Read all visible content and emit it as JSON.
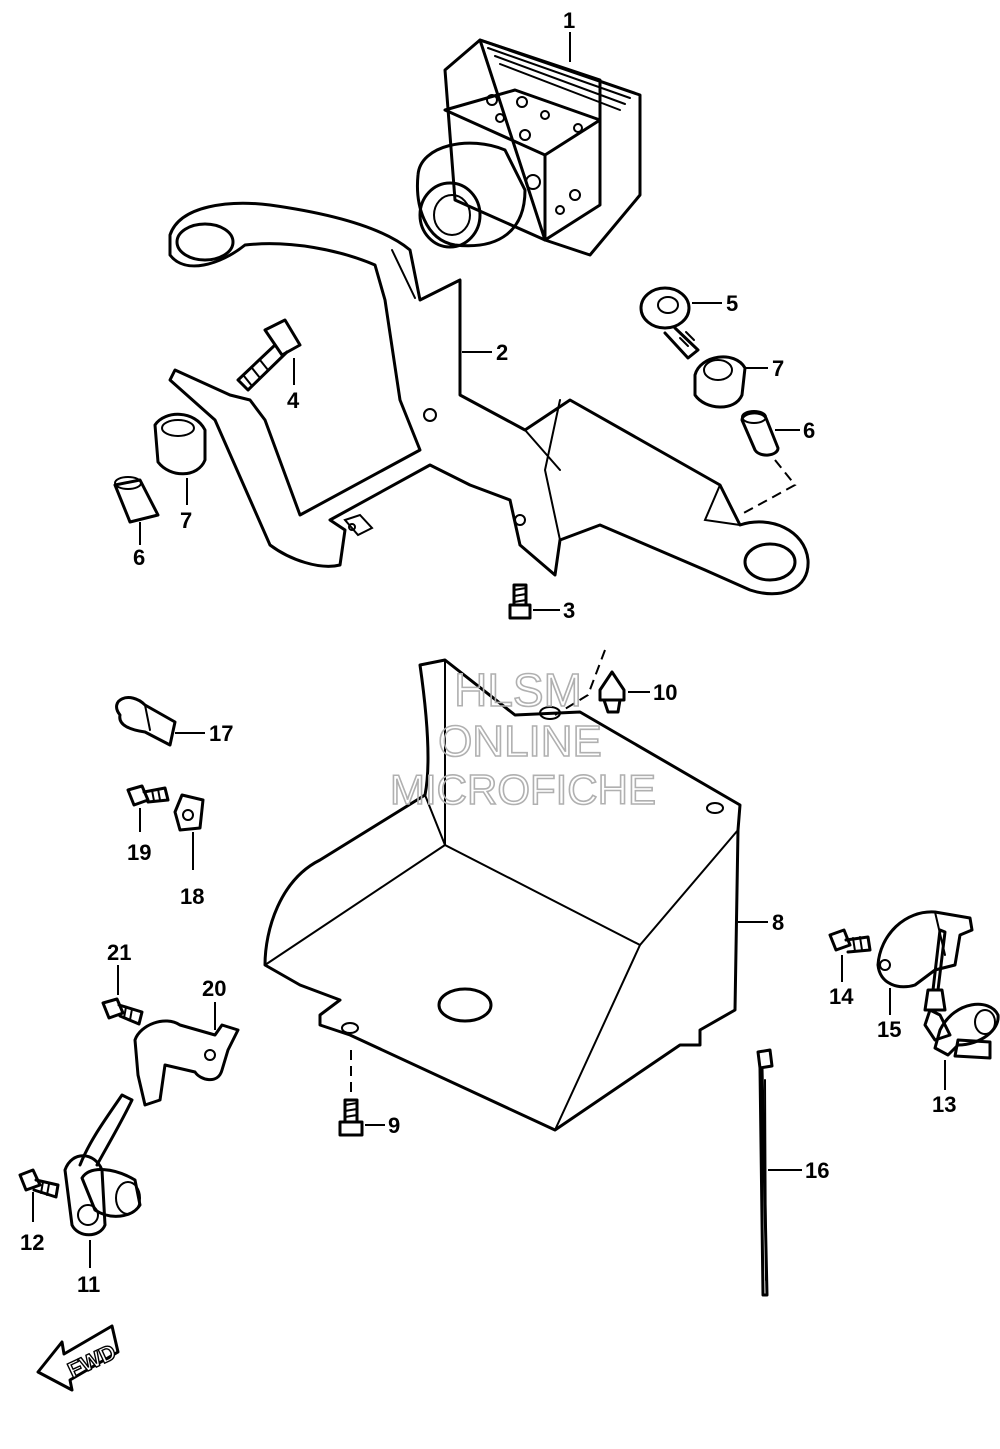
{
  "watermark": {
    "line1": "HLSM",
    "line2": "ONLINE",
    "line3": "MICROFICHE"
  },
  "direction_arrow": {
    "label": "FWD"
  },
  "callouts": {
    "c1": "1",
    "c2": "2",
    "c3": "3",
    "c4": "4",
    "c5": "5",
    "c6a": "6",
    "c6b": "6",
    "c7a": "7",
    "c7b": "7",
    "c8": "8",
    "c9": "9",
    "c10": "10",
    "c11": "11",
    "c12": "12",
    "c13": "13",
    "c14": "14",
    "c15": "15",
    "c16": "16",
    "c17": "17",
    "c18": "18",
    "c19": "19",
    "c20": "20",
    "c21": "21"
  }
}
